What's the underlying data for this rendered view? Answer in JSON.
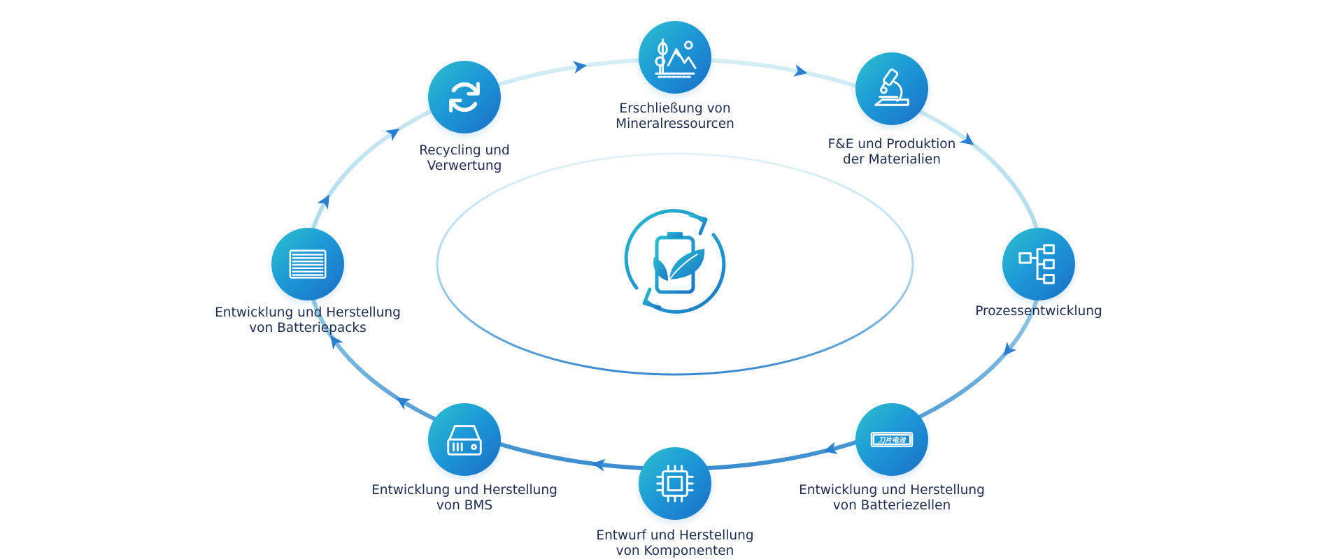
{
  "center": {
    "icon": "battery-leaf-cycle-icon"
  },
  "steps": [
    {
      "label": "Erschließung von\nMineralressourcen",
      "icon": "mountain-forest-icon"
    },
    {
      "label": "F&E und Produktion\nder Materialien",
      "icon": "microscope-icon"
    },
    {
      "label": "Prozessentwicklung",
      "icon": "process-flow-icon"
    },
    {
      "label": "Entwicklung und Herstellung\nvon Batteriezellen",
      "icon": "blade-battery-icon",
      "icon_text": "刀片电池"
    },
    {
      "label": "Entwurf und Herstellung\nvon Komponenten",
      "icon": "chip-icon"
    },
    {
      "label": "Entwicklung und Herstellung\nvon BMS",
      "icon": "bms-device-icon"
    },
    {
      "label": "Entwicklung und Herstellung\nvon Batteriepacks",
      "icon": "battery-pack-icon"
    },
    {
      "label": "Recycling und\nVerwertung",
      "icon": "recycle-arrows-icon"
    }
  ],
  "colors": {
    "light_ring": "#cdeaf3",
    "dark_ring": "#3d8fd0",
    "text": "#1d2b4f",
    "arrow": "#2a7fd0"
  }
}
